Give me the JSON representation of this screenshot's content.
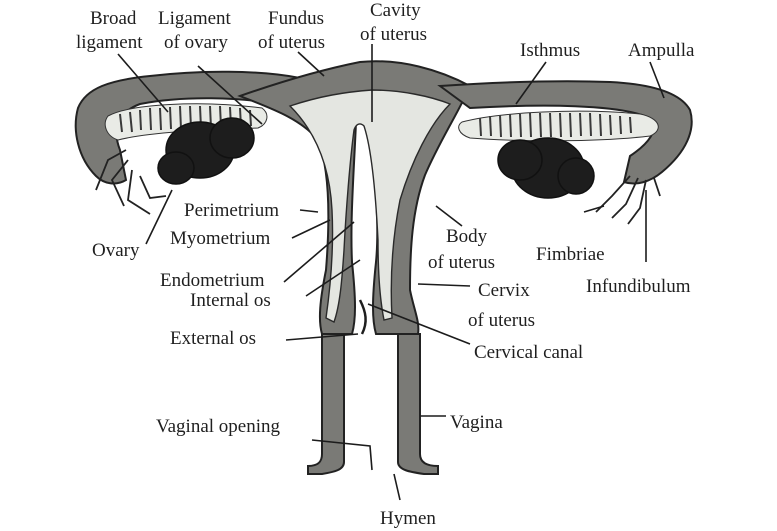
{
  "diagram": {
    "labels": {
      "broad_ligament_line1": "Broad",
      "broad_ligament_line2": "ligament",
      "ligament_ovary_line1": "Ligament",
      "ligament_ovary_line2": "of ovary",
      "fundus_line1": "Fundus",
      "fundus_line2": "of uterus",
      "cavity_line1": "Cavity",
      "cavity_line2": "of uterus",
      "isthmus": "Isthmus",
      "ampulla": "Ampulla",
      "perimetrium": "Perimetrium",
      "myometrium": "Myometrium",
      "ovary": "Ovary",
      "endometrium": "Endometrium",
      "internal_os": "Internal os",
      "external_os": "External os",
      "body_line1": "Body",
      "body_line2": "of uterus",
      "fimbriae": "Fimbriae",
      "infundibulum": "Infundibulum",
      "cervix_line1": "Cervix",
      "cervix_line2": "of uterus",
      "cervical_canal": "Cervical canal",
      "vagina": "Vagina",
      "vaginal_opening": "Vaginal opening",
      "hymen": "Hymen"
    },
    "colors": {
      "background": "#ffffff",
      "tissue": "#7a7a76",
      "ovary": "#1d1d1d",
      "text": "#1f1f1f"
    }
  }
}
